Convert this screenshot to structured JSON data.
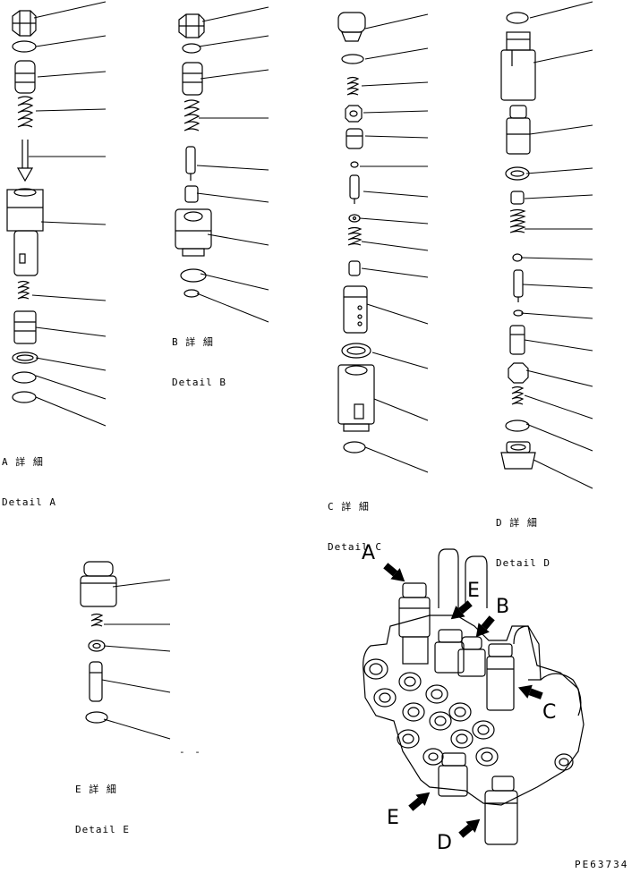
{
  "details": {
    "a": {
      "jp": "A 詳 細",
      "en": "Detail A"
    },
    "b": {
      "jp": "B 詳 細",
      "en": "Detail B"
    },
    "c": {
      "jp": "C 詳 細",
      "en": "Detail C"
    },
    "d": {
      "jp": "D 詳 細",
      "en": "Detail D"
    },
    "e": {
      "jp": "E 詳 細",
      "en": "Detail E"
    }
  },
  "view_letters": {
    "a": "A",
    "b": "B",
    "c": "C",
    "d": "D",
    "e1": "E",
    "e2": "E"
  },
  "drawing_code": "PE63734",
  "stray_mark": "- -"
}
